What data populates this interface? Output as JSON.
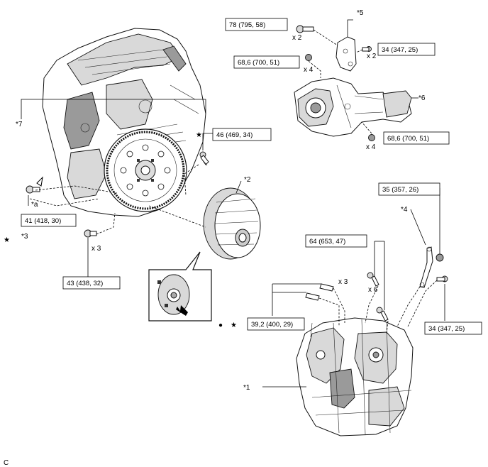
{
  "torque_specs": {
    "t1": "78 (795, 58)",
    "t2": "34 (347, 25)",
    "t3": "68,6 (700, 51)",
    "t4": "68,6 (700, 51)",
    "t5": "46 (469, 34)",
    "t6": "41 (418, 30)",
    "t7": "43 (438, 32)",
    "t8": "35 (357, 26)",
    "t9": "64 (653, 47)",
    "t10": "39,2 (400, 29)",
    "t11": "34 (347, 25)"
  },
  "quantities": {
    "q1": "x 2",
    "q2": "x 2",
    "q3": "x 4",
    "q4": "x 4",
    "q5": "x 3",
    "q6": "x 3",
    "q7": "x 6"
  },
  "callouts": {
    "c1": "*1",
    "c2": "*2",
    "c3": "*3",
    "c4": "*4",
    "c5": "*5",
    "c6": "*6",
    "c7": "*7",
    "ca": "*a"
  },
  "symbols": {
    "star": "★",
    "dot": "●"
  },
  "corner_label": "C"
}
